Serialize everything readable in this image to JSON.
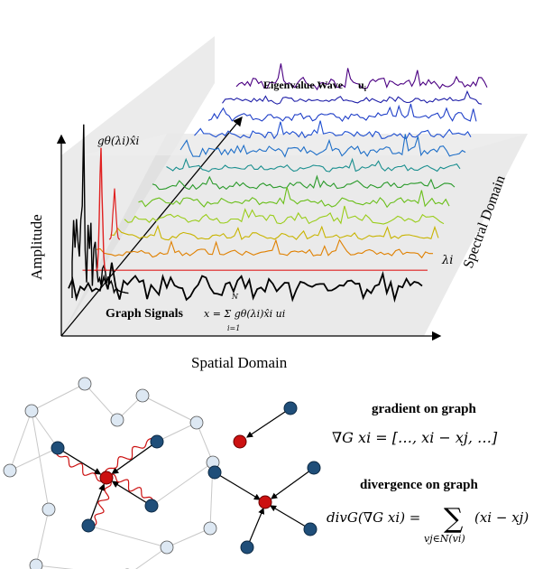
{
  "top_diagram": {
    "y_axis_label": "Amplitude",
    "x_axis_label": "Spatial Domain",
    "depth_axis_label": "Spectral Domain",
    "wave_title": "Eigenvalue Wave",
    "wave_symbol": "u",
    "wave_symbol_sub": "i",
    "spectral_label": "gθ(λi)x̂i",
    "lambda_label": "λi",
    "graph_signals_label": "Graph Signals",
    "graph_signals_formula": "x = Σ gθ(λi)x̂i ui",
    "sum_upper": "N",
    "sum_lower": "i=1",
    "wave_colors": [
      "#4b0082",
      "#1f1fa8",
      "#1f3fc8",
      "#1f4fd0",
      "#1f6fc8",
      "#1a8f8f",
      "#2a9a2a",
      "#6abf1a",
      "#9acd1a",
      "#c8b400",
      "#e08000",
      "#e02020",
      "#000000"
    ]
  },
  "bottom_diagram": {
    "gradient_title": "gradient on graph",
    "gradient_formula": "∇G xi = […, xi − xj, …]",
    "divergence_title": "divergence on graph",
    "divergence_lhs": "divG(∇G xi) =",
    "divergence_rhs": "(xi − xj)",
    "divergence_sum_sub": "vj∈N(vi)",
    "node_colors": {
      "center": "#cc1111",
      "neighbor": "#1f4e79",
      "far": "#dde8f3"
    }
  }
}
